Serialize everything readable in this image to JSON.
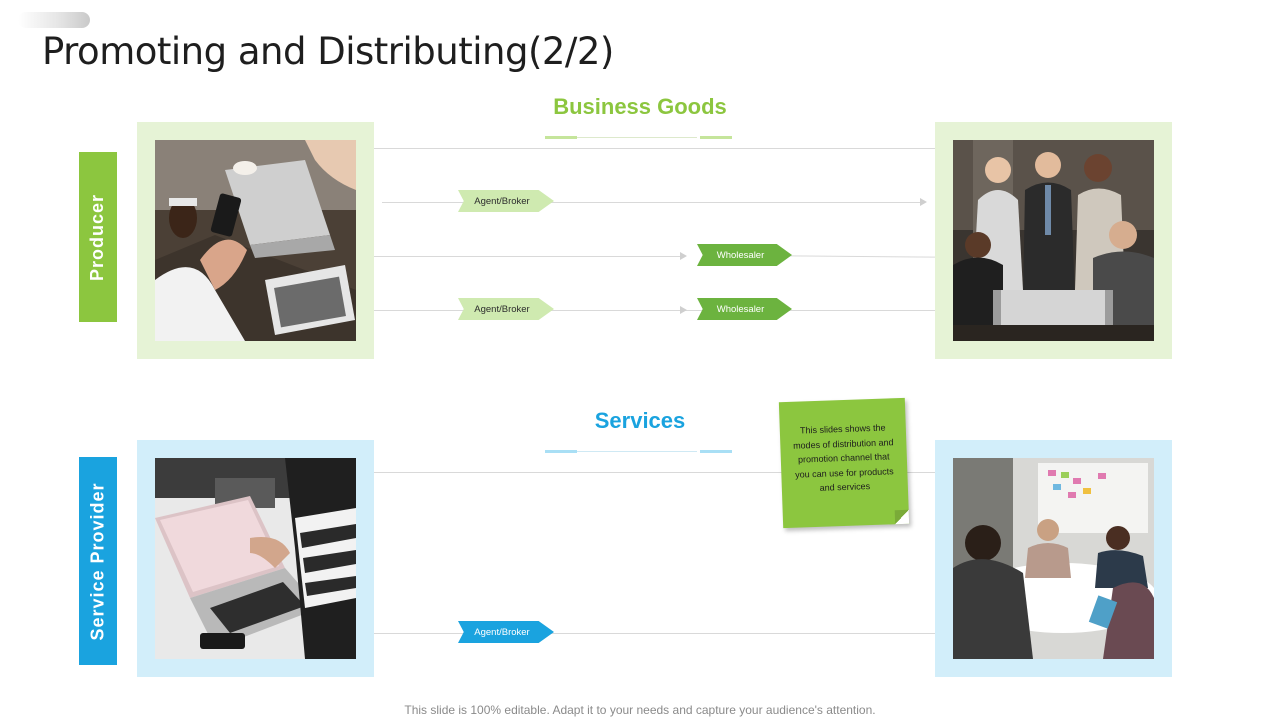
{
  "title": "Promoting and Distributing(2/2)",
  "business_goods": {
    "heading": "Business Goods",
    "side_label": "Producer",
    "flows": [
      {
        "label": "Agent/Broker"
      },
      {
        "label": "Wholesaler"
      },
      {
        "label": "Agent/Broker"
      },
      {
        "label": "Wholesaler"
      }
    ]
  },
  "services": {
    "heading": "Services",
    "side_label": "Service Provider",
    "flows": [
      {
        "label": "Agent/Broker"
      }
    ]
  },
  "note": {
    "text": "This slides shows the modes of distribution and promotion channel that you can use for products and services"
  },
  "footer": "This slide is 100% editable. Adapt it to your needs and capture your audience's attention.",
  "colors": {
    "green": "#8cc63f",
    "dark_green": "#6cb33f",
    "light_green": "#cfeab0",
    "blue": "#1aa3df"
  }
}
